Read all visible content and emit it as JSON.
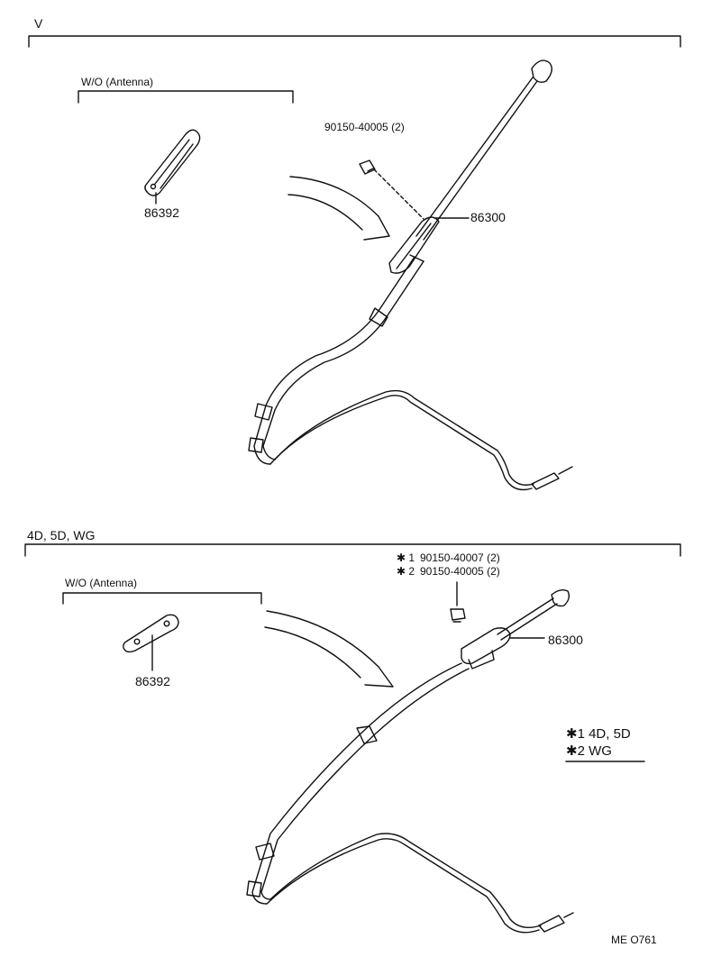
{
  "sections": [
    {
      "label": "V",
      "wo_label": "W/O (Antenna)",
      "pad_part": "86392",
      "screw_part": "90150-40005 (2)",
      "antenna_part": "86300"
    },
    {
      "label": "4D, 5D, WG",
      "wo_label": "W/O (Antenna)",
      "pad_part": "86392",
      "screw_part_1": "90150-40007 (2)",
      "screw_part_2": "90150-40005 (2)",
      "screw_mark_1": "✱ 1",
      "screw_mark_2": "✱ 2",
      "antenna_part": "86300"
    }
  ],
  "legend": {
    "line1": "✱1 4D, 5D",
    "line2": "✱2 WG"
  },
  "ref_code": "ME  O761"
}
